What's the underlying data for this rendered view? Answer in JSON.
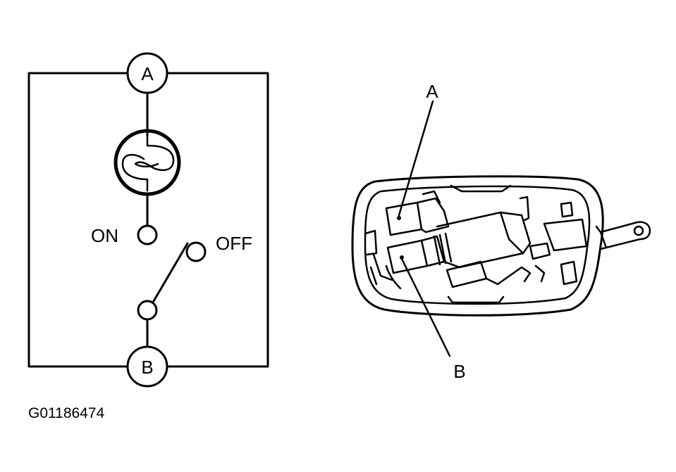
{
  "schematic": {
    "terminal_a": "A",
    "terminal_b": "B",
    "on_label": "ON",
    "off_label": "OFF"
  },
  "component_view": {
    "callout_a": "A",
    "callout_b": "B"
  },
  "figure_code": "G01186474"
}
